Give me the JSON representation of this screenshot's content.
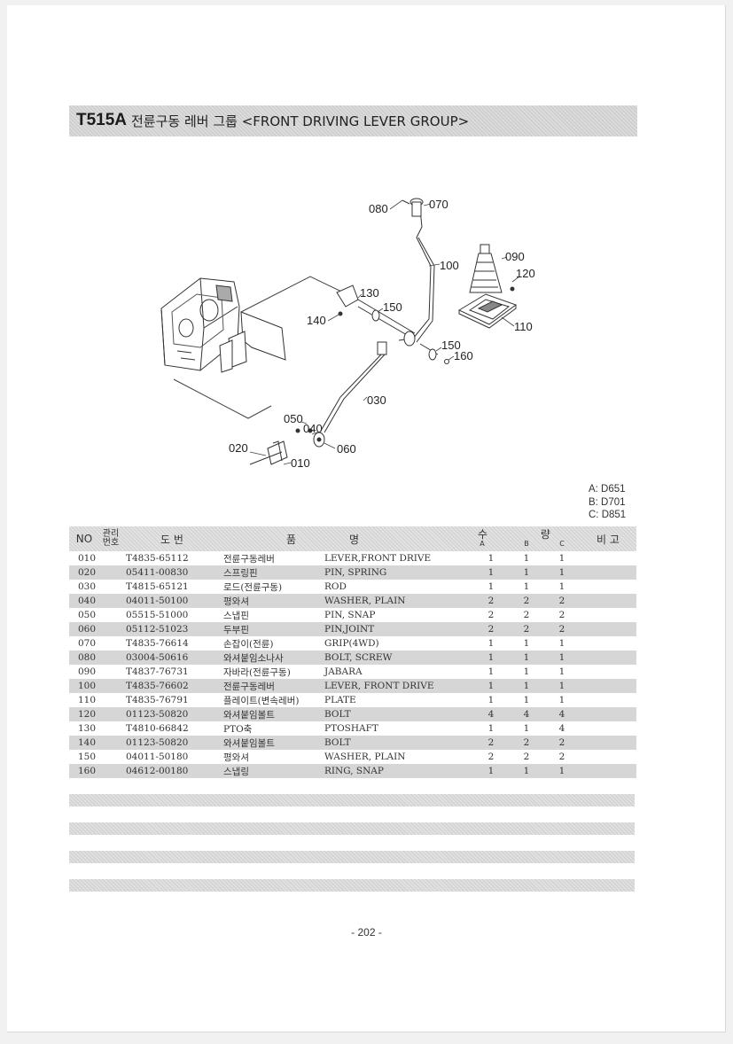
{
  "title": {
    "code": "T515A",
    "text": "전륜구동 레버 그룹 <FRONT DRIVING LEVER GROUP>"
  },
  "callouts": {
    "c010": "010",
    "c020": "020",
    "c030": "030",
    "c040": "040",
    "c050": "050",
    "c060": "060",
    "c070": "070",
    "c080": "080",
    "c090": "090",
    "c100": "100",
    "c110": "110",
    "c120": "120",
    "c130": "130",
    "c140": "140",
    "c150a": "150",
    "c150b": "150",
    "c160": "160"
  },
  "models": [
    "A: D651",
    "B: D701",
    "C: D851"
  ],
  "table": {
    "headers": {
      "no": "NO",
      "mgmt_top": "관리",
      "mgmt_bottom": "번호",
      "part_no": "도 번",
      "name_left": "품",
      "name_right": "명",
      "qty": "수 량",
      "qty_a": "A",
      "qty_b": "B",
      "qty_c": "C",
      "remarks": "비 고"
    },
    "rows": [
      {
        "no": "010",
        "part_no": "T4835-65112",
        "name_kr": "전륜구동레버",
        "name_en": "LEVER,FRONT DRIVE",
        "a": "1",
        "b": "1",
        "c": "1"
      },
      {
        "no": "020",
        "part_no": "05411-00830",
        "name_kr": "스프링핀",
        "name_en": "PIN, SPRING",
        "a": "1",
        "b": "1",
        "c": "1"
      },
      {
        "no": "030",
        "part_no": "T4815-65121",
        "name_kr": "로드(전륜구동)",
        "name_en": "ROD",
        "a": "1",
        "b": "1",
        "c": "1"
      },
      {
        "no": "040",
        "part_no": "04011-50100",
        "name_kr": "평와셔",
        "name_en": "WASHER, PLAIN",
        "a": "2",
        "b": "2",
        "c": "2"
      },
      {
        "no": "050",
        "part_no": "05515-51000",
        "name_kr": "스냅핀",
        "name_en": "PIN, SNAP",
        "a": "2",
        "b": "2",
        "c": "2"
      },
      {
        "no": "060",
        "part_no": "05112-51023",
        "name_kr": "두부핀",
        "name_en": "PIN,JOINT",
        "a": "2",
        "b": "2",
        "c": "2"
      },
      {
        "no": "070",
        "part_no": "T4835-76614",
        "name_kr": "손잡이(전륜)",
        "name_en": "GRIP(4WD)",
        "a": "1",
        "b": "1",
        "c": "1"
      },
      {
        "no": "080",
        "part_no": "03004-50616",
        "name_kr": "와셔붙임소나사",
        "name_en": "BOLT, SCREW",
        "a": "1",
        "b": "1",
        "c": "1"
      },
      {
        "no": "090",
        "part_no": "T4837-76731",
        "name_kr": "자바라(전륜구동)",
        "name_en": "JABARA",
        "a": "1",
        "b": "1",
        "c": "1"
      },
      {
        "no": "100",
        "part_no": "T4835-76602",
        "name_kr": "전륜구동레버",
        "name_en": "LEVER, FRONT DRIVE",
        "a": "1",
        "b": "1",
        "c": "1"
      },
      {
        "no": "110",
        "part_no": "T4835-76791",
        "name_kr": "플레이트(변속레버)",
        "name_en": "PLATE",
        "a": "1",
        "b": "1",
        "c": "1"
      },
      {
        "no": "120",
        "part_no": "01123-50820",
        "name_kr": "와셔붙임볼트",
        "name_en": "BOLT",
        "a": "4",
        "b": "4",
        "c": "4"
      },
      {
        "no": "130",
        "part_no": "T4810-66842",
        "name_kr": "PTO축",
        "name_en": "PTOSHAFT",
        "a": "1",
        "b": "1",
        "c": "4"
      },
      {
        "no": "140",
        "part_no": "01123-50820",
        "name_kr": "와셔붙임볼트",
        "name_en": "BOLT",
        "a": "2",
        "b": "2",
        "c": "2"
      },
      {
        "no": "150",
        "part_no": "04011-50180",
        "name_kr": "평와셔",
        "name_en": "WASHER, PLAIN",
        "a": "2",
        "b": "2",
        "c": "2"
      },
      {
        "no": "160",
        "part_no": "04612-00180",
        "name_kr": "스냅링",
        "name_en": "RING, SNAP",
        "a": "1",
        "b": "1",
        "c": "1"
      }
    ]
  },
  "page_number": "- 202 -"
}
